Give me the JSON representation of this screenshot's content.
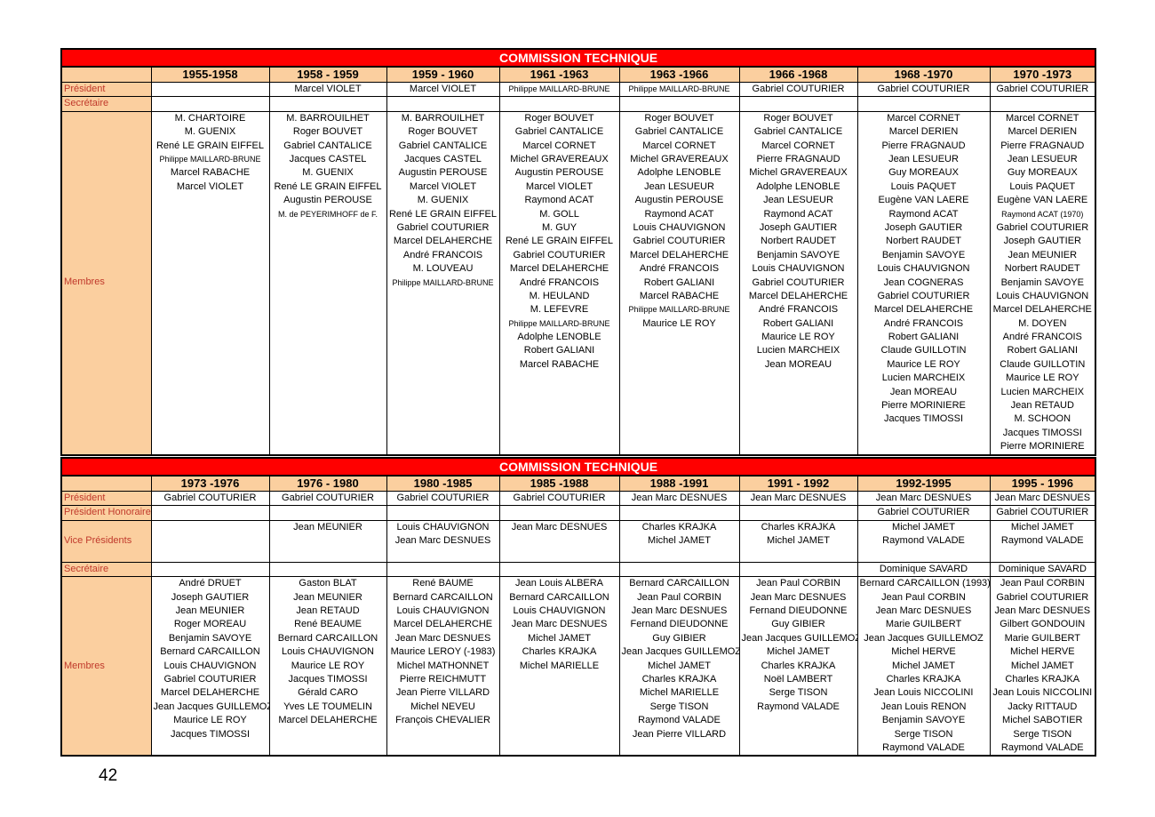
{
  "tables": [
    {
      "title": "COMMISSION TECHNIQUE",
      "years": [
        "1955-1958",
        "1958 - 1959",
        "1959 - 1960",
        "1961 -1963",
        "1963 -1966",
        "1966 -1968",
        "1968 -1970",
        "1970 -1973"
      ],
      "rows": [
        {
          "label": "Président",
          "cells": [
            [
              ""
            ],
            [
              "Marcel VIOLET"
            ],
            [
              "Marcel VIOLET"
            ],
            [
              "Philippe MAILLARD-BRUNE"
            ],
            [
              "Philippe MAILLARD-BRUNE"
            ],
            [
              "Gabriel COUTURIER"
            ],
            [
              "Gabriel COUTURIER"
            ],
            [
              "Gabriel COUTURIER"
            ]
          ]
        },
        {
          "label": "Secrétaire",
          "cells": [
            [
              ""
            ],
            [
              ""
            ],
            [
              ""
            ],
            [
              ""
            ],
            [
              ""
            ],
            [
              ""
            ],
            [
              ""
            ],
            [
              ""
            ]
          ]
        },
        {
          "label": "Membres",
          "cells": [
            [
              "M. CHARTOIRE",
              "M. GUENIX",
              "René LE GRAIN EIFFEL",
              "Philippe MAILLARD-BRUNE",
              "Marcel RABACHE",
              "Marcel VIOLET"
            ],
            [
              "M. BARROUILHET",
              "Roger BOUVET",
              "Gabriel CANTALICE",
              "Jacques CASTEL",
              "M. GUENIX",
              "René LE GRAIN EIFFEL",
              "Augustin PEROUSE",
              "M. de PEYERIMHOFF de F."
            ],
            [
              "M. BARROUILHET",
              "Roger BOUVET",
              "Gabriel CANTALICE",
              "Jacques CASTEL",
              "Augustin PEROUSE",
              "Marcel VIOLET",
              "M. GUENIX",
              "René LE GRAIN EIFFEL",
              "Gabriel COUTURIER",
              "Marcel DELAHERCHE",
              "André FRANCOIS",
              "M. LOUVEAU",
              "Philippe MAILLARD-BRUNE"
            ],
            [
              "Roger BOUVET",
              "Gabriel CANTALICE",
              "Marcel CORNET",
              "Michel GRAVEREAUX",
              "Augustin PEROUSE",
              "Marcel VIOLET",
              "Raymond ACAT",
              "M. GOLL",
              "M. GUY",
              "René LE GRAIN EIFFEL",
              "Gabriel COUTURIER",
              "Marcel DELAHERCHE",
              "André FRANCOIS",
              "M. HEULAND",
              "M. LEFEVRE",
              "Philippe MAILLARD-BRUNE",
              "Adolphe LENOBLE",
              "Robert GALIANI",
              "Marcel RABACHE"
            ],
            [
              "Roger BOUVET",
              "Gabriel CANTALICE",
              "Marcel CORNET",
              "Michel GRAVEREAUX",
              "Adolphe LENOBLE",
              "Jean LESUEUR",
              "Augustin PEROUSE",
              "Raymond ACAT",
              "Louis CHAUVIGNON",
              "Gabriel COUTURIER",
              "Marcel DELAHERCHE",
              "André FRANCOIS",
              "Robert GALIANI",
              "Marcel RABACHE",
              "Philippe MAILLARD-BRUNE",
              "Maurice LE ROY"
            ],
            [
              "Roger BOUVET",
              "Gabriel CANTALICE",
              "Marcel CORNET",
              "Pierre FRAGNAUD",
              "Michel GRAVEREAUX",
              "Adolphe LENOBLE",
              "Jean LESUEUR",
              "Raymond ACAT",
              "Joseph GAUTIER",
              "Norbert RAUDET",
              "Benjamin SAVOYE",
              "Louis CHAUVIGNON",
              "Gabriel COUTURIER",
              "Marcel DELAHERCHE",
              "André FRANCOIS",
              "Robert GALIANI",
              "Maurice LE ROY",
              "Lucien MARCHEIX",
              "Jean MOREAU"
            ],
            [
              "Marcel CORNET",
              "Marcel DERIEN",
              "Pierre FRAGNAUD",
              "Jean LESUEUR",
              "Guy MOREAUX",
              "Louis PAQUET",
              "Eugène VAN LAERE",
              "Raymond ACAT",
              "Joseph GAUTIER",
              "Norbert RAUDET",
              "Benjamin SAVOYE",
              "Louis CHAUVIGNON",
              "Jean COGNERAS",
              "Gabriel COUTURIER",
              "Marcel DELAHERCHE",
              "André FRANCOIS",
              "Robert GALIANI",
              "Claude GUILLOTIN",
              "Maurice LE ROY",
              "Lucien MARCHEIX",
              "Jean MOREAU",
              "Pierre MORINIERE",
              "Jacques TIMOSSI"
            ],
            [
              "Marcel CORNET",
              "Marcel DERIEN",
              "Pierre FRAGNAUD",
              "Jean LESUEUR",
              "Guy MOREAUX",
              "Louis PAQUET",
              "Eugène VAN LAERE",
              "Raymond ACAT (1970)",
              "Gabriel COUTURIER",
              "Joseph GAUTIER",
              "Jean MEUNIER",
              "Norbert RAUDET",
              "Benjamin SAVOYE",
              "Louis CHAUVIGNON",
              "Marcel DELAHERCHE",
              "M. DOYEN",
              "André FRANCOIS",
              "Robert GALIANI",
              "Claude GUILLOTIN",
              "Maurice LE ROY",
              "Lucien MARCHEIX",
              "Jean RETAUD",
              "M. SCHOON",
              "Jacques TIMOSSI",
              "Pierre MORINIERE"
            ]
          ]
        }
      ]
    },
    {
      "title": "COMMISSION TECHNIQUE",
      "years": [
        "1973 -1976",
        "1976 - 1980",
        "1980 -1985",
        "1985 -1988",
        "1988 -1991",
        "1991 - 1992",
        "1992-1995",
        "1995 - 1996"
      ],
      "rows": [
        {
          "label": "Président",
          "cells": [
            [
              "Gabriel COUTURIER"
            ],
            [
              "Gabriel COUTURIER"
            ],
            [
              "Gabriel COUTURIER"
            ],
            [
              "Gabriel COUTURIER"
            ],
            [
              "Jean Marc DESNUES"
            ],
            [
              "Jean Marc DESNUES"
            ],
            [
              "Jean Marc DESNUES"
            ],
            [
              "Jean Marc DESNUES"
            ]
          ]
        },
        {
          "label": "Président Honoraire",
          "cells": [
            [
              ""
            ],
            [
              ""
            ],
            [
              ""
            ],
            [
              ""
            ],
            [
              ""
            ],
            [
              ""
            ],
            [
              "Gabriel COUTURIER"
            ],
            [
              "Gabriel COUTURIER"
            ]
          ]
        },
        {
          "label": "Vice Présidents",
          "cells": [
            [
              ""
            ],
            [
              "Jean MEUNIER"
            ],
            [
              "Louis CHAUVIGNON",
              "Jean Marc DESNUES"
            ],
            [
              "Jean Marc DESNUES"
            ],
            [
              "Charles KRAJKA",
              "Michel JAMET"
            ],
            [
              "Charles KRAJKA",
              "Michel JAMET"
            ],
            [
              "Michel JAMET",
              "Raymond VALADE"
            ],
            [
              "Michel JAMET",
              "Raymond VALADE"
            ]
          ]
        },
        {
          "label": "Secrétaire",
          "cells": [
            [
              ""
            ],
            [
              ""
            ],
            [
              ""
            ],
            [
              ""
            ],
            [
              ""
            ],
            [
              ""
            ],
            [
              "Dominique SAVARD"
            ],
            [
              "Dominique SAVARD"
            ]
          ]
        },
        {
          "label": "Membres",
          "cells": [
            [
              "André DRUET",
              "Joseph GAUTIER",
              "Jean MEUNIER",
              "Roger MOREAU",
              "Benjamin SAVOYE",
              "Bernard CARCAILLON",
              "Louis CHAUVIGNON",
              "Gabriel COUTURIER",
              "Marcel DELAHERCHE",
              "Jean Jacques GUILLEMOZ",
              "Maurice LE ROY",
              "Jacques TIMOSSI"
            ],
            [
              "Gaston BLAT",
              "Jean MEUNIER",
              "Jean RETAUD",
              "René BEAUME",
              "Bernard CARCAILLON",
              "Louis CHAUVIGNON",
              "Maurice LE ROY",
              "Jacques TIMOSSI",
              "Gérald CARO",
              "Yves LE TOUMELIN",
              "Marcel DELAHERCHE"
            ],
            [
              "René BAUME",
              "Bernard CARCAILLON",
              "Louis CHAUVIGNON",
              "Marcel DELAHERCHE",
              "Jean Marc DESNUES",
              "Maurice LEROY (-1983)",
              "Michel MATHONNET",
              "Pierre REICHMUTT",
              "Jean Pierre VILLARD",
              "Michel NEVEU",
              "François CHEVALIER"
            ],
            [
              "Jean Louis ALBERA",
              "Bernard CARCAILLON",
              "Louis CHAUVIGNON",
              "Jean Marc DESNUES",
              "Michel JAMET",
              "Charles KRAJKA",
              "Michel MARIELLE"
            ],
            [
              "Bernard CARCAILLON",
              "Jean Paul CORBIN",
              "Jean Marc DESNUES",
              "Fernand DIEUDONNE",
              "Guy GIBIER",
              "Jean Jacques GUILLEMOZ",
              "Michel JAMET",
              "Charles KRAJKA",
              "Michel MARIELLE",
              "Serge TISON",
              "Raymond VALADE",
              "Jean Pierre VILLARD"
            ],
            [
              "Jean Paul CORBIN",
              "Jean Marc DESNUES",
              "Fernand DIEUDONNE",
              "Guy GIBIER",
              "Jean Jacques GUILLEMOZ",
              "Michel JAMET",
              "Charles KRAJKA",
              "Noël LAMBERT",
              "Serge TISON",
              "Raymond VALADE"
            ],
            [
              "Bernard CARCAILLON (1993)",
              "Jean Paul CORBIN",
              "Jean Marc DESNUES",
              "Marie GUILBERT",
              "Jean Jacques GUILLEMOZ",
              "Michel HERVE",
              "Michel JAMET",
              "Charles KRAJKA",
              "Jean Louis NICCOLINI",
              "Jean Louis RENON",
              "Benjamin SAVOYE",
              "Serge TISON",
              "Raymond VALADE"
            ],
            [
              "Jean Paul CORBIN",
              "Gabriel COUTURIER",
              "Jean Marc DESNUES",
              "Gilbert GONDOUIN",
              "Marie GUILBERT",
              "Michel HERVE",
              "Michel JAMET",
              "Charles KRAJKA",
              "Jean Louis NICCOLINI",
              "Jacky RITTAUD",
              "Michel SABOTIER",
              "Serge TISON",
              "Raymond VALADE"
            ]
          ]
        }
      ]
    }
  ],
  "page_number": "42"
}
